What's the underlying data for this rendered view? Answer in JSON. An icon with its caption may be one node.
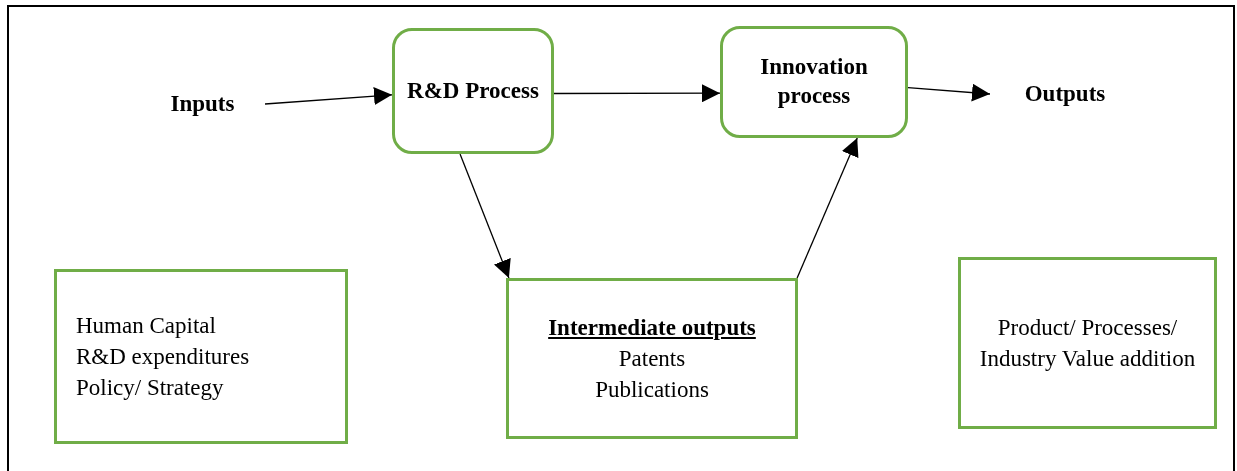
{
  "diagram": {
    "nodes": [
      {
        "text": [
          "Inputs"
        ]
      },
      {
        "text": [
          "R&D Process"
        ]
      },
      {
        "text": [
          "Innovation process"
        ]
      },
      {
        "text": [
          "Outputs"
        ]
      },
      {
        "text": [
          "Human Capital",
          "R&D expenditures",
          "Policy/ Strategy"
        ]
      },
      {
        "text": [
          "Intermediate outputs",
          "Patents",
          "Publications"
        ]
      },
      {
        "text": [
          "Product/ Processes/ Industry Value addition"
        ]
      }
    ],
    "edges": [
      {
        "from": 0,
        "to": 1,
        "arrow": "to"
      },
      {
        "from": 1,
        "to": 2,
        "arrow": "to"
      },
      {
        "from": 2,
        "to": 3,
        "arrow": "to"
      },
      {
        "from": 1,
        "to": 5,
        "arrow": "to"
      },
      {
        "from": 5,
        "to": 2,
        "arrow": "to"
      }
    ]
  }
}
